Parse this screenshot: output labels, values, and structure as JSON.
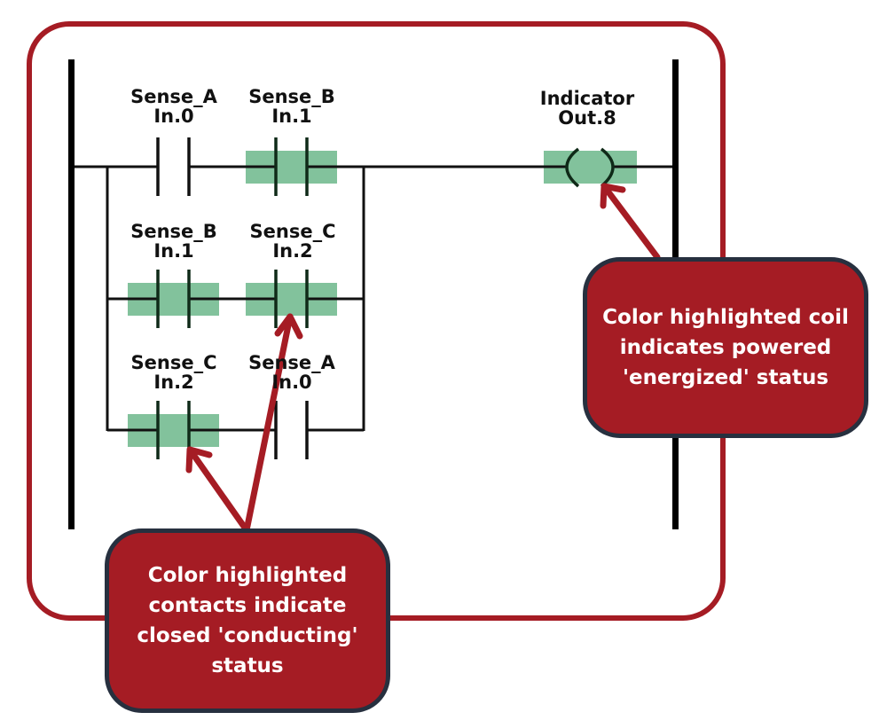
{
  "diagram": {
    "type": "ladder-logic",
    "colors": {
      "frame": "#a51c24",
      "rail": "#000000",
      "wire": "#111111",
      "highlight": "#82c29c",
      "callout_fill": "#a51c24",
      "callout_border": "#27303f",
      "arrow": "#a51c24"
    },
    "contacts": [
      {
        "id": "r1c1",
        "name": "Sense_A",
        "address": "In.0",
        "highlighted": false
      },
      {
        "id": "r1c2",
        "name": "Sense_B",
        "address": "In.1",
        "highlighted": true
      },
      {
        "id": "r2c1",
        "name": "Sense_B",
        "address": "In.1",
        "highlighted": true
      },
      {
        "id": "r2c2",
        "name": "Sense_C",
        "address": "In.2",
        "highlighted": true
      },
      {
        "id": "r3c1",
        "name": "Sense_C",
        "address": "In.2",
        "highlighted": true
      },
      {
        "id": "r3c2",
        "name": "Sense_A",
        "address": "In.0",
        "highlighted": false
      }
    ],
    "coil": {
      "name": "Indicator",
      "address": "Out.8",
      "highlighted": true
    },
    "callouts": {
      "coil": {
        "lines": [
          "Color highlighted coil",
          "indicates powered",
          "'energized' status"
        ]
      },
      "contacts": {
        "lines": [
          "Color highlighted",
          "contacts indicate",
          "closed 'conducting'",
          "status"
        ]
      }
    }
  }
}
